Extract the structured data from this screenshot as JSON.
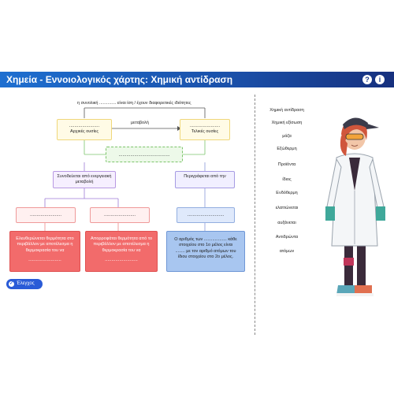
{
  "header": {
    "title": "Χημεία - Εννοιολογικός χάρτης: Χημική αντίδραση",
    "help_icon": "?",
    "info_icon": "i"
  },
  "map": {
    "top_sentence": "η συνολική .............. είναι ίση  / έχουν διαφορετικές ιδιότητες",
    "initial_blank": ".......................",
    "initial_label": "Αρχικές ουσίες",
    "change_label": "μεταβολή",
    "final_blank": ".......................",
    "final_label": "Τελικές ουσίες",
    "middle_blank": ".......................................",
    "energy_label": "Συνοδεύεται από ενεργειακή μεταβολή",
    "described_label": "Περιγράφεται από την",
    "left_blank_1": "........................",
    "left_blank_2": "........................",
    "right_blank": "............................",
    "released_text": "Ελευθερώνεται θερμότητα στο περιβάλλον με αποτέλεσμα η θερμοκρασία του να",
    "released_blank": ".........................",
    "absorbed_text": "Απορροφάται θερμότητα από το περιβάλλον με αποτέλεσμα η θερμοκρασία του να",
    "absorbed_blank": ".........................",
    "atoms_text_1": "Ο αριθμός των ................... κάθε",
    "atoms_text_2": "στοιχείου στο 1ο μέλος είναι",
    "atoms_text_3": "........ με τον αριθμό ατόμων του",
    "atoms_text_4": "ίδιου στοιχείου στο 2ο μέλος."
  },
  "word_bank": [
    "Χημική αντίδραση",
    "Χημική εξίσωση",
    "μάζα",
    "Εξώθερμη",
    "Προϊόντα",
    "ίδιος",
    "Ενδόθερμη",
    "ελαττώνεται",
    "αυξάνεται",
    "Αντιδρώντα",
    "ατόμων"
  ],
  "check_button": {
    "label": "Έλεγχος",
    "icon": "check-icon"
  },
  "colors": {
    "header": "#1a4fa8",
    "red_box": "#f26b6b",
    "blue_box": "#a8c6f0",
    "button": "#2a5bd7"
  }
}
